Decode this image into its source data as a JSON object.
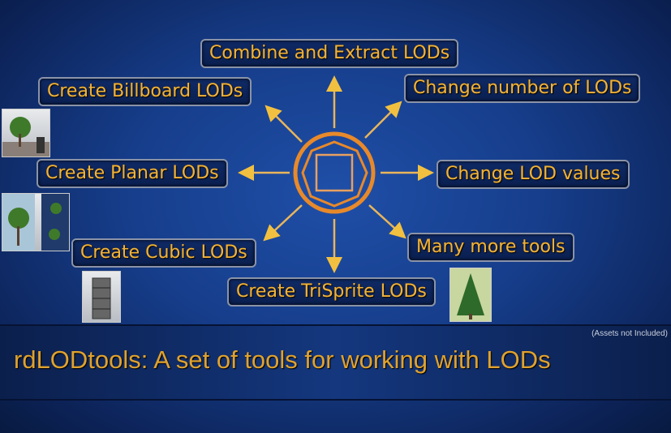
{
  "labels": {
    "combine": "Combine and Extract LODs",
    "billboard": "Create Billboard LODs",
    "change_number": "Change number of LODs",
    "planar": "Create Planar LODs",
    "change_values": "Change LOD values",
    "cubic": "Create Cubic LODs",
    "many_more": "Many more tools",
    "trisprite": "Create TriSprite LODs"
  },
  "footer": {
    "note": "(Assets not Included)",
    "title": "rdLODtools: A set of tools for working with LODs"
  },
  "colors": {
    "accent": "#f0b23a",
    "ring": "#e8892a",
    "background": "#163d8a"
  }
}
